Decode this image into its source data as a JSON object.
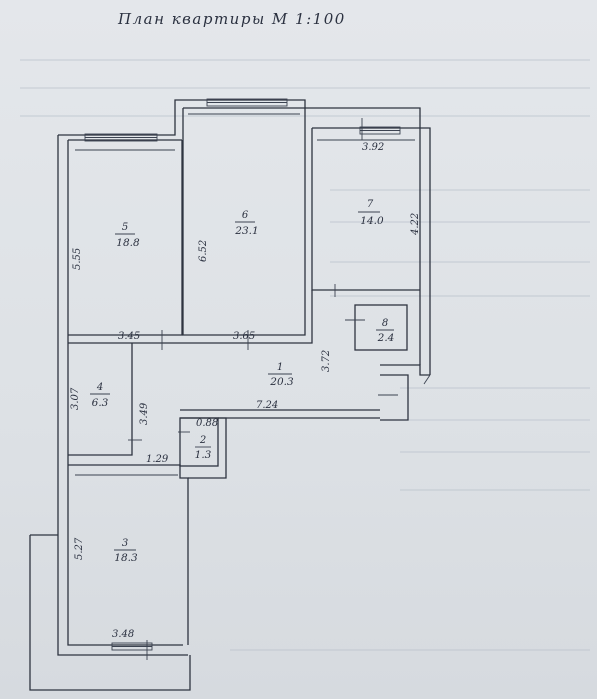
{
  "title": "План квартиры М 1:100",
  "rooms": [
    {
      "number": "5",
      "area": "18.8"
    },
    {
      "number": "6",
      "area": "23.1"
    },
    {
      "number": "7",
      "area": "14.0"
    },
    {
      "number": "8",
      "area": "2.4"
    },
    {
      "number": "1",
      "area": "20.3"
    },
    {
      "number": "4",
      "area": "6.3"
    },
    {
      "number": "2",
      "area": "1.3"
    },
    {
      "number": "3",
      "area": "18.3"
    }
  ],
  "dimensions": {
    "d_3_92": "3.92",
    "d_5_55": "5.55",
    "d_6_52": "6.52",
    "d_4_22": "4.22",
    "d_3_45": "3.45",
    "d_3_65": "3.65",
    "d_3_72": "3.72",
    "d_3_07": "3.07",
    "d_3_49": "3.49",
    "d_7_24": "7.24",
    "d_0_88": "0.88",
    "d_1_29": "1.29",
    "d_5_27": "5.27",
    "d_3_48": "3.48"
  }
}
